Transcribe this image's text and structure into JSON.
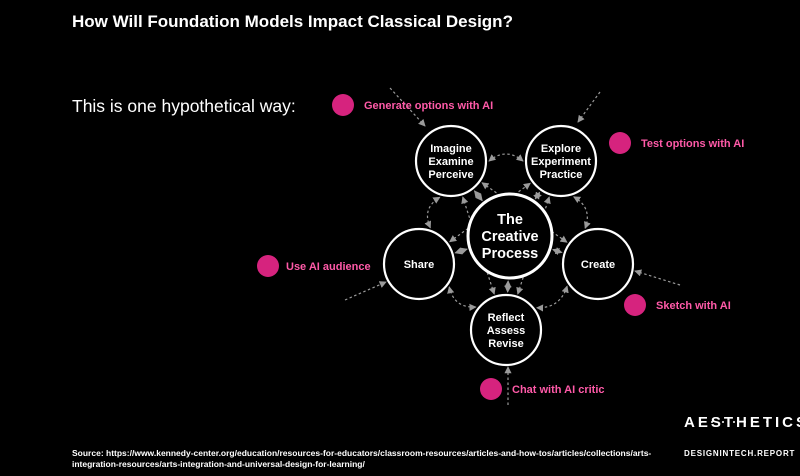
{
  "title": "How Will Foundation Models Impact Classical Design?",
  "subtitle": "This is one hypothetical way:",
  "center": [
    "The",
    "Creative",
    "Process"
  ],
  "stages": [
    {
      "id": "imagine",
      "lines": [
        "Imagine",
        "Examine",
        "Perceive"
      ]
    },
    {
      "id": "explore",
      "lines": [
        "Explore",
        "Experiment",
        "Practice"
      ]
    },
    {
      "id": "create",
      "lines": [
        "Create"
      ]
    },
    {
      "id": "reflect",
      "lines": [
        "Reflect",
        "Assess",
        "Revise"
      ]
    },
    {
      "id": "share",
      "lines": [
        "Share"
      ]
    }
  ],
  "ai_actions": [
    {
      "id": "generate",
      "label": "Generate options with AI"
    },
    {
      "id": "test",
      "label": "Test options with AI"
    },
    {
      "id": "sketch",
      "label": "Sketch with AI"
    },
    {
      "id": "critic",
      "label": "Chat with AI critic"
    },
    {
      "id": "audience",
      "label": "Use AI audience"
    }
  ],
  "source": "Source: https://www.kennedy-center.org/education/resources-for-educators/classroom-resources/articles-and-how-tos/articles/collections/arts-integration-resources/arts-integration-and-universal-design-for-learning/",
  "logo": "AESTHETICS",
  "url": "DESIGNINTECH.REPORT",
  "colors": {
    "accent": "#d6237e",
    "accent_text": "#ff5aa8",
    "background": "#000000"
  }
}
